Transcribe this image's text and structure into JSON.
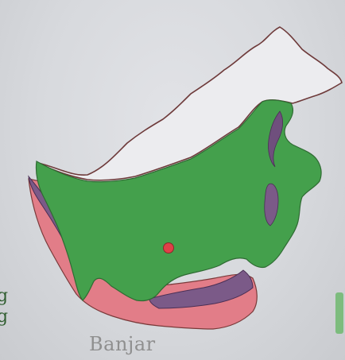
{
  "map": {
    "place_label": "Banjar",
    "colors": {
      "background": "#d7d9dd",
      "north_region": "#e9e9ec",
      "outline": "#7a3a3a",
      "lowland_green": "#3f9a4a",
      "purple_band": "#7a5a86",
      "coastal_pink": "#e07a86",
      "city_marker": "#e0404a"
    },
    "legend_marks": [
      "g",
      "g"
    ]
  }
}
